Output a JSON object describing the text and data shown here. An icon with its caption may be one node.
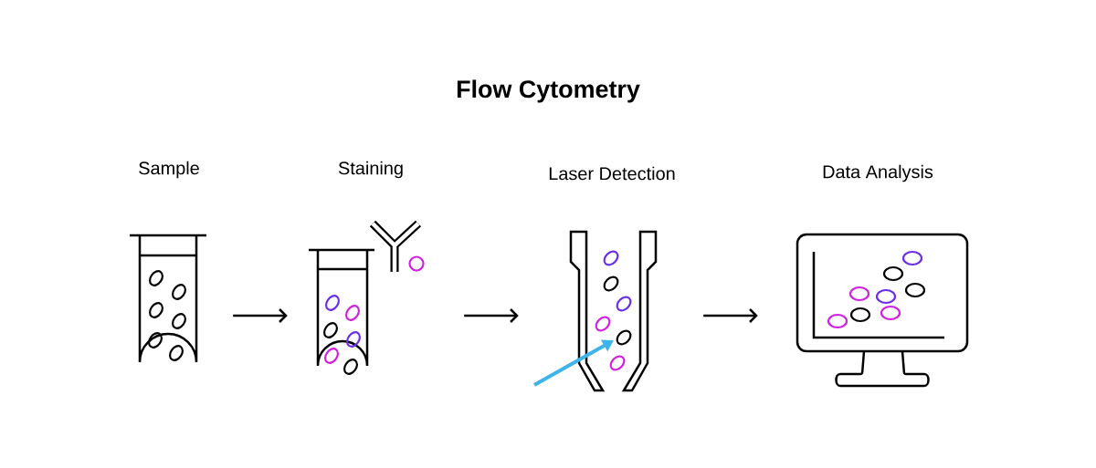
{
  "diagram": {
    "title": "Flow Cytometry",
    "nodes": [
      {
        "text": [
          "Sample"
        ]
      },
      {
        "text": [
          "Staining"
        ]
      },
      {
        "text": [
          "Laser Detection"
        ]
      },
      {
        "text": [
          "Data Analysis"
        ]
      }
    ],
    "edges": [
      {
        "from": 0,
        "to": 1,
        "arrow": "to"
      },
      {
        "from": 1,
        "to": 2,
        "arrow": "to"
      },
      {
        "from": 2,
        "to": 3,
        "arrow": "to"
      }
    ]
  }
}
